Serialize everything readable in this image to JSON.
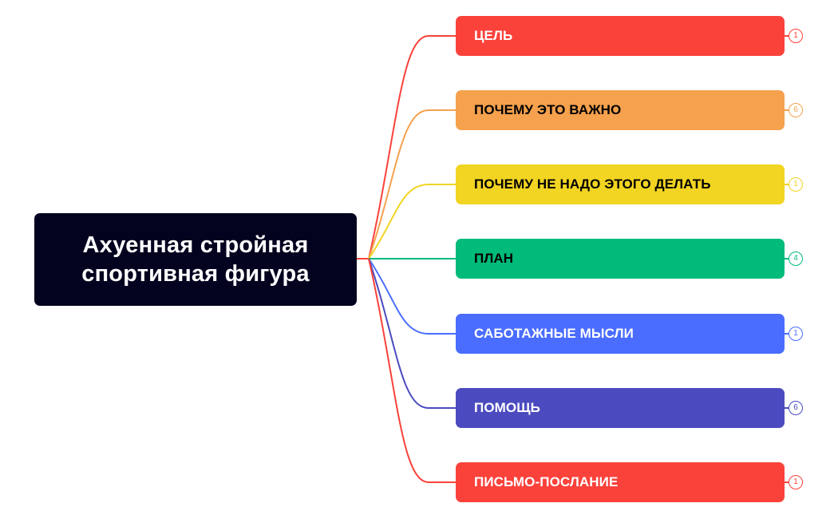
{
  "root": {
    "title": "Ахуенная стройная спортивная фигура",
    "line1": "Ахуенная стройная",
    "line2": "спортивная фигура",
    "bg_color": "#03031f",
    "text_color": "#ffffff"
  },
  "branches": [
    {
      "label": "ЦЕЛЬ",
      "count": "1",
      "color": "#fa423b",
      "text_color": "#ffffff"
    },
    {
      "label": "ПОЧЕМУ ЭТО ВАЖНО",
      "count": "6",
      "color": "#f5a14d",
      "text_color": "#000000"
    },
    {
      "label": "ПОЧЕМУ НЕ НАДО ЭТОГО ДЕЛАТЬ",
      "count": "1",
      "color": "#f2d422",
      "text_color": "#000000"
    },
    {
      "label": "ПЛАН",
      "count": "4",
      "color": "#00bb7a",
      "text_color": "#000000"
    },
    {
      "label": "САБОТАЖНЫЕ МЫСЛИ",
      "count": "1",
      "color": "#4a6cff",
      "text_color": "#ffffff"
    },
    {
      "label": "ПОМОЩЬ",
      "count": "6",
      "color": "#4b4bbf",
      "text_color": "#ffffff"
    },
    {
      "label": "ПИСЬМО-ПОСЛАНИЕ",
      "count": "1",
      "color": "#fa423b",
      "text_color": "#ffffff"
    }
  ]
}
